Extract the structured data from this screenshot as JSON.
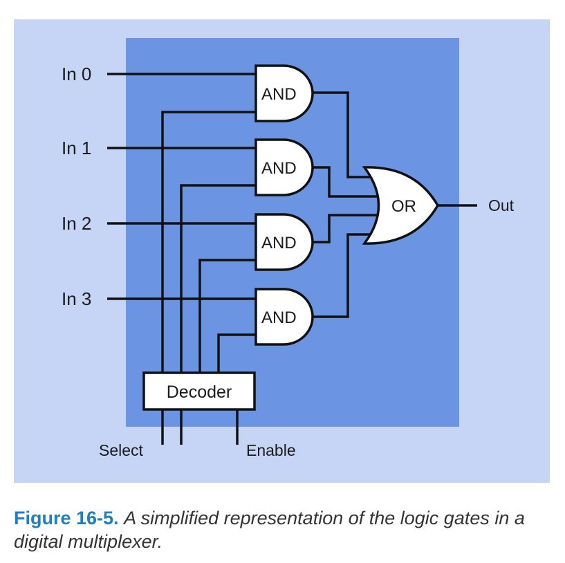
{
  "diagram": {
    "inputs": [
      "In 0",
      "In 1",
      "In 2",
      "In 3"
    ],
    "gate_and_label": "AND",
    "gate_or_label": "OR",
    "decoder_label": "Decoder",
    "output_label": "Out",
    "select_label": "Select",
    "enable_label": "Enable",
    "colors": {
      "outer_bg": "#c6d5f5",
      "inner_bg": "#6b94e2",
      "gate_fill": "#ffffff",
      "wire": "#111111"
    }
  },
  "caption": {
    "label": "Figure 16-5.",
    "text": "A simplified representation of the logic gates in a digital multiplexer."
  }
}
